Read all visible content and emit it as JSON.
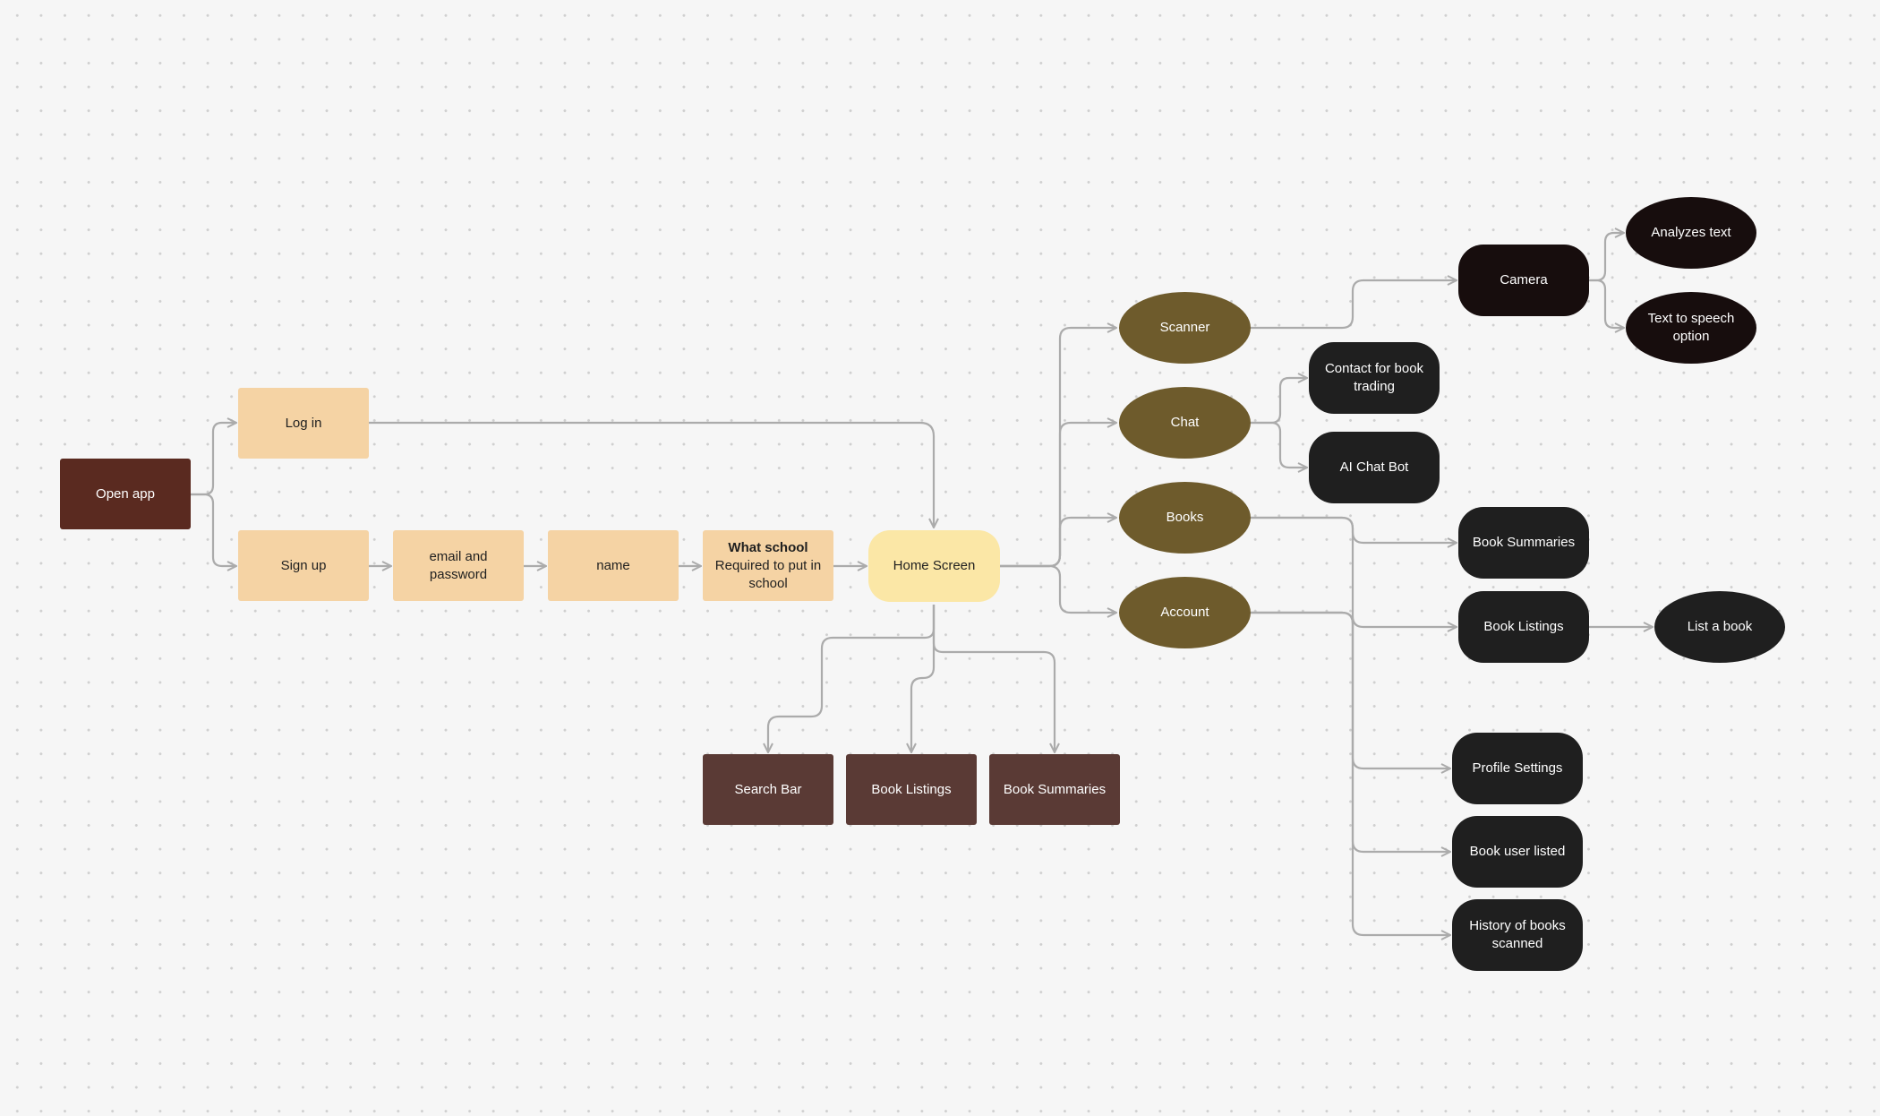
{
  "nodes": {
    "open_app": "Open app",
    "log_in": "Log in",
    "sign_up": "Sign up",
    "email_password": "email and password",
    "name": "name",
    "school_title": "What school",
    "school_note": "Required to put in school",
    "home_screen": "Home Screen",
    "search_bar": "Search Bar",
    "home_book_listings": "Book Listings",
    "home_book_summaries": "Book Summaries",
    "scanner": "Scanner",
    "chat": "Chat",
    "books": "Books",
    "account": "Account",
    "camera": "Camera",
    "analyzes_text": "Analyzes text",
    "text_to_speech": "Text to speech option",
    "contact_trading": "Contact for book trading",
    "ai_chat_bot": "AI Chat Bot",
    "books_summaries": "Book Summaries",
    "books_listings": "Book Listings",
    "list_a_book": "List a book",
    "profile_settings": "Profile Settings",
    "book_user_listed": "Book user listed",
    "history_scanned": "History of books scanned"
  },
  "colors": {
    "connector": "#ababab",
    "start_node": "#5a2a20",
    "onboarding_node": "#f5d3a4",
    "home_node": "#fbe7a6",
    "home_feature_node": "#5a3a35",
    "section_node": "#6e5b2c",
    "detail_node": "#1f1f1f",
    "scanner_detail_node": "#170d0d"
  }
}
